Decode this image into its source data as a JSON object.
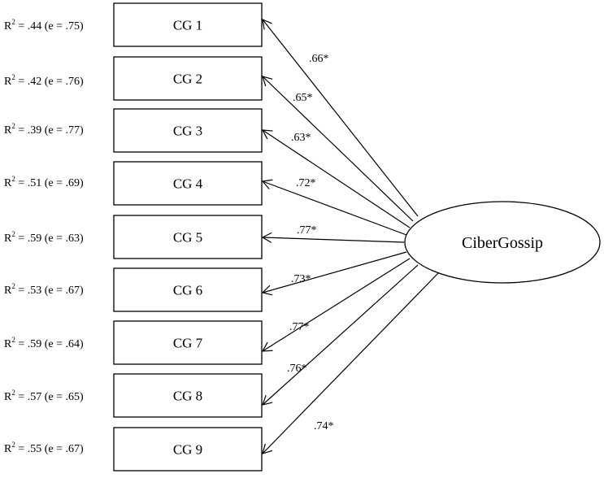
{
  "latent": {
    "label": "CiberGossip"
  },
  "indicators": [
    {
      "label": "CG 1",
      "r2_prefix": "R",
      "r2_sup": "2",
      "r2_rest": " = .44 (e = .75)",
      "loading": ".66*"
    },
    {
      "label": "CG  2",
      "r2_prefix": "R",
      "r2_sup": "2",
      "r2_rest": " = .42 (e = .76)",
      "loading": ".65*"
    },
    {
      "label": "CG  3",
      "r2_prefix": "R",
      "r2_sup": "2",
      "r2_rest": " = .39 (e = .77)",
      "loading": ".63*"
    },
    {
      "label": "CG  4",
      "r2_prefix": "R",
      "r2_sup": "2",
      "r2_rest": " = .51 (e = .69)",
      "loading": ".72*"
    },
    {
      "label": "CG 5",
      "r2_prefix": "R",
      "r2_sup": "2",
      "r2_rest": " = .59 (e = .63)",
      "loading": ".77*"
    },
    {
      "label": "CG 6",
      "r2_prefix": "R",
      "r2_sup": "2",
      "r2_rest": " = .53 (e = .67)",
      "loading": ".73*"
    },
    {
      "label": "CG 7",
      "r2_prefix": "R",
      "r2_sup": "2",
      "r2_rest": " = .59 (e = .64)",
      "loading": ".77*"
    },
    {
      "label": "CG 8",
      "r2_prefix": "R",
      "r2_sup": "2",
      "r2_rest": " = .57 (e = .65)",
      "loading": ".76*"
    },
    {
      "label": "CG 9",
      "r2_prefix": "R",
      "r2_sup": "2",
      "r2_rest": " = .55 (e = .67)",
      "loading": ".74*"
    }
  ],
  "colors": {
    "stroke": "#000000",
    "background": "#ffffff"
  }
}
